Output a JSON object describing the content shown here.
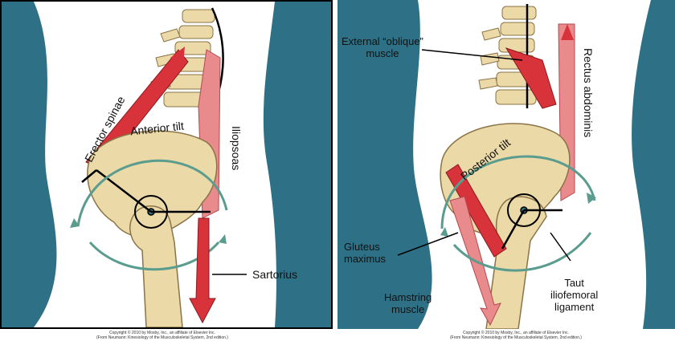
{
  "left_panel": {
    "labels": {
      "erector_spinae": "Erector spinae",
      "anterior_tilt": "Anterior tilt",
      "iliopsoas": "Iliopsoas",
      "sartorius": "Sartorius"
    },
    "copyright_line1": "Copyright © 2010 by Mosby, Inc., an affiliate of Elsevier Inc.",
    "copyright_line2": "(From Neumann: Kinesiology of the Musculoskeletal System, 2nd edition.)"
  },
  "right_panel": {
    "labels": {
      "external_oblique_line1": "External “oblique”",
      "external_oblique_line2": "muscle",
      "rectus_abdominis": "Rectus abdominis",
      "posterior_tilt": "Posterior tilt",
      "gluteus_line1": "Gluteus",
      "gluteus_line2": "maximus",
      "taut_line1": "Taut",
      "taut_line2": "iliofemoral",
      "taut_line3": "ligament",
      "hamstring_line1": "Hamstring",
      "hamstring_line2": "muscle"
    },
    "copyright_line1": "Copyright © 2010 by Mosby, Inc., an affiliate of Elsevier Inc.",
    "copyright_line2": "(From Neumann: Kinesiology of the Musculoskeletal System, 2nd edition.)"
  },
  "colors": {
    "background": "#2e7186",
    "body": "#ffffff",
    "bone": "#ebd9a8",
    "bone_outline": "#8a7346",
    "muscle": "#d8323a",
    "muscle_light": "#e98a8d",
    "tilt_arrow": "#5a9c8e"
  }
}
